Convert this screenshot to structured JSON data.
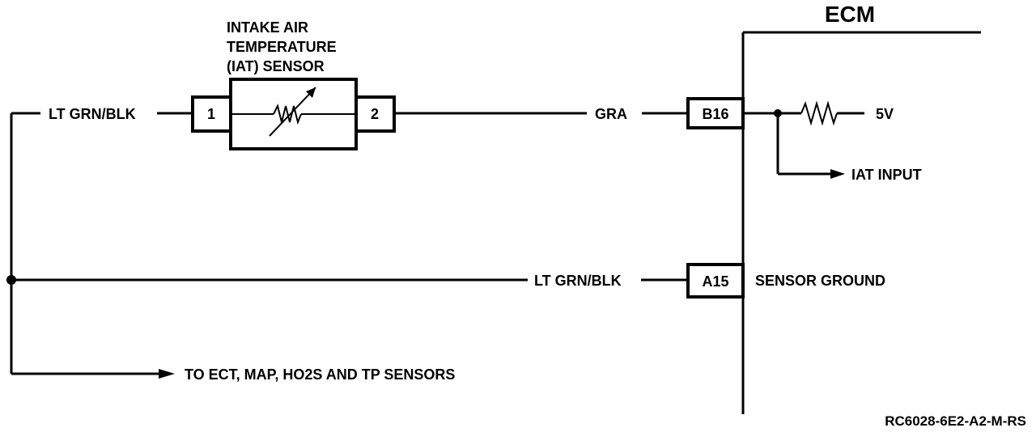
{
  "ecm": {
    "title": "ECM"
  },
  "sensor": {
    "title_line1": "INTAKE AIR",
    "title_line2": "TEMPERATURE",
    "title_line3": "(IAT) SENSOR",
    "pin1": "1",
    "pin2": "2"
  },
  "wires": {
    "top_left_color": "LT GRN/BLK",
    "signal_color": "GRA",
    "ground_color": "LT GRN/BLK"
  },
  "ecm_pins": {
    "b16": "B16",
    "a15": "A15",
    "voltage": "5V",
    "iat_input": "IAT INPUT",
    "sensor_ground": "SENSOR GROUND"
  },
  "branch": {
    "label": "TO ECT, MAP, HO2S AND TP SENSORS"
  },
  "figure_code": "RC6028-6E2-A2-M-RS"
}
